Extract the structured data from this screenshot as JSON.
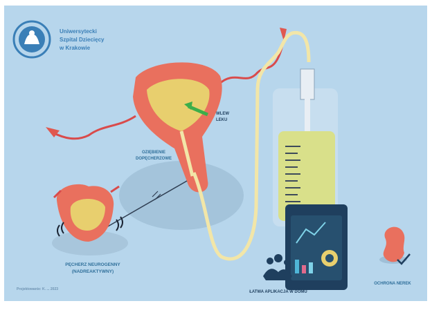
{
  "logo": {
    "line1": "Uniwersytecki",
    "line2": "Szpital Dziecięcy",
    "line3": "w Krakowie"
  },
  "labels": {
    "drug_in": "WLEW",
    "drug_in_2": "LEKU",
    "uterus_line1": "OZIĘBIENIE",
    "uterus_line2": "DOPĘCHERZOWE",
    "bladder_line1": "PĘCHERZ NEUROGENNY",
    "bladder_line2": "(NADREAKTYWNY)",
    "app": "ŁATWA APLIKACJA W DOMU",
    "kidney": "OCHRONA NEREK",
    "credit": "Projektowanie: K. ... 2023"
  },
  "colors": {
    "background": "#b7d6ec",
    "organ": "#e9705e",
    "organ_dark": "#c9483d",
    "fluid": "#e8cf6e",
    "tube": "#f2e6a8",
    "bag": "#d9e08a",
    "navy": "#1f3f5e",
    "teal_text": "#2f6f9a",
    "arrow": "#3cae4a"
  },
  "icons": [
    "university-logo-icon",
    "drug-arrow-icon",
    "irrigation-bag-icon",
    "monitor-icon",
    "kidney-icon",
    "family-icon"
  ]
}
